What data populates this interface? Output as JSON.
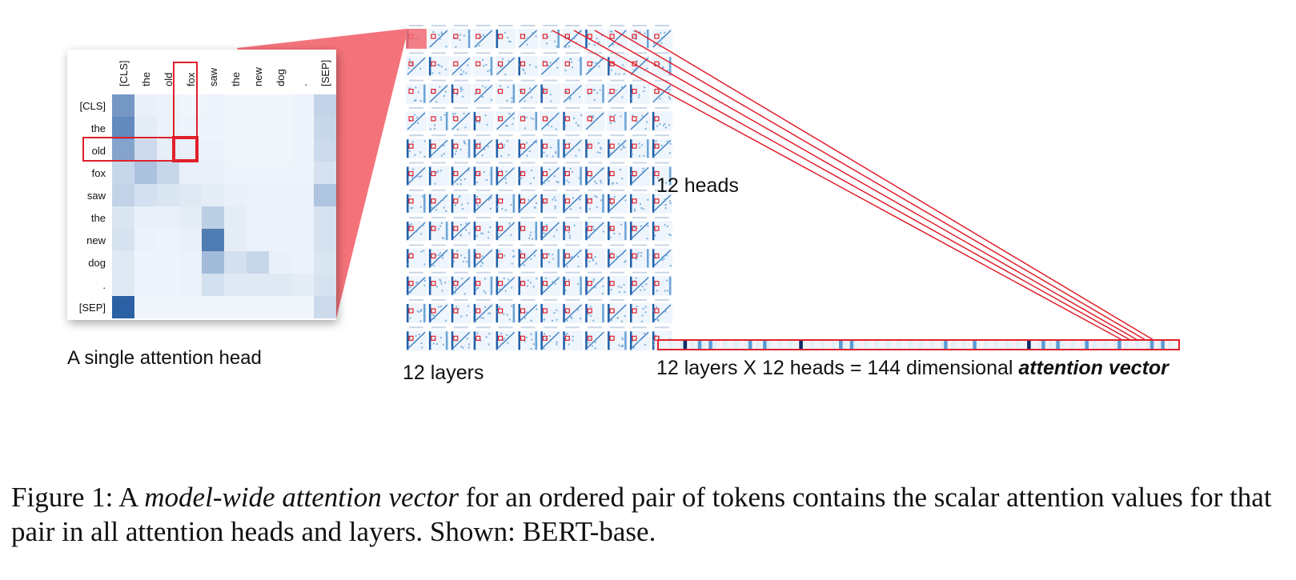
{
  "figure": {
    "single_head_label": "A single attention head",
    "layers_label": "12 layers",
    "heads_label": "12 heads",
    "vector_label_prefix": "12 layers X 12 heads = 144 dimensional ",
    "vector_label_emph": "attention vector"
  },
  "chart_data": {
    "type": "heatmap",
    "title": "",
    "x_tokens": [
      "[CLS]",
      "the",
      "old",
      "fox",
      "saw",
      "the",
      "new",
      "dog",
      ".",
      "[SEP]"
    ],
    "y_tokens": [
      "[CLS]",
      "the",
      "old",
      "fox",
      "saw",
      "the",
      "new",
      "dog",
      ".",
      "[SEP]"
    ],
    "highlight": {
      "row_token": "old",
      "col_token": "fox"
    },
    "values": [
      [
        0.55,
        0.06,
        0.05,
        0.03,
        0.04,
        0.03,
        0.03,
        0.03,
        0.04,
        0.22
      ],
      [
        0.62,
        0.08,
        0.05,
        0.04,
        0.04,
        0.03,
        0.03,
        0.03,
        0.04,
        0.2
      ],
      [
        0.48,
        0.18,
        0.07,
        0.06,
        0.05,
        0.03,
        0.03,
        0.03,
        0.04,
        0.18
      ],
      [
        0.2,
        0.32,
        0.2,
        0.06,
        0.06,
        0.04,
        0.04,
        0.04,
        0.04,
        0.14
      ],
      [
        0.22,
        0.15,
        0.12,
        0.1,
        0.08,
        0.06,
        0.05,
        0.05,
        0.05,
        0.3
      ],
      [
        0.12,
        0.06,
        0.06,
        0.08,
        0.25,
        0.08,
        0.05,
        0.05,
        0.05,
        0.14
      ],
      [
        0.14,
        0.05,
        0.04,
        0.06,
        0.7,
        0.08,
        0.05,
        0.05,
        0.05,
        0.14
      ],
      [
        0.1,
        0.04,
        0.04,
        0.05,
        0.35,
        0.15,
        0.2,
        0.06,
        0.05,
        0.12
      ],
      [
        0.1,
        0.04,
        0.04,
        0.05,
        0.15,
        0.1,
        0.1,
        0.1,
        0.08,
        0.14
      ],
      [
        0.85,
        0.03,
        0.03,
        0.03,
        0.03,
        0.03,
        0.03,
        0.03,
        0.03,
        0.18
      ]
    ],
    "grid": {
      "layers": 12,
      "heads": 12
    },
    "attention_vector": {
      "length": 144,
      "dark_indices": [
        7,
        39,
        102
      ],
      "medium_indices": [
        11,
        14,
        25,
        29,
        50,
        53,
        79,
        87,
        106,
        110,
        118,
        127,
        136,
        139
      ]
    }
  },
  "caption": {
    "prefix": "Figure 1: A ",
    "emph": "model-wide attention vector",
    "suffix": " for an ordered pair of tokens contains the scalar attention values for that pair in all attention heads and layers. Shown: BERT-base."
  }
}
